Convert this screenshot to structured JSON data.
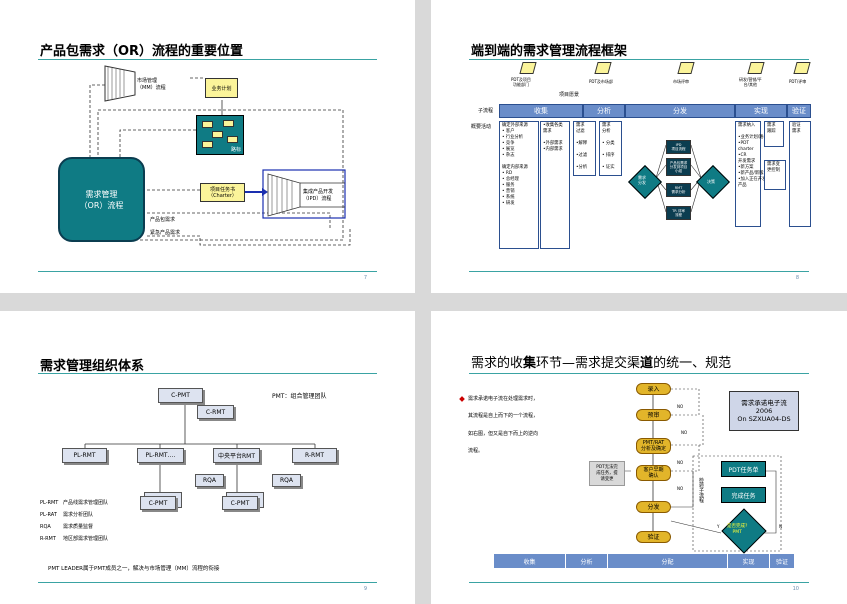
{
  "slides": {
    "s1": {
      "title": "产品包需求（OR）流程的重要位置",
      "page_number": "7",
      "mm_label": "市场管理\n（MM）流程",
      "business_plan": "业务计划",
      "roadmap": "路标",
      "or_main": "需求管理\n（OR）流程",
      "charter": "项目任务书\n（Charter）",
      "ipd": "集成产品开发\n（IPD）流程",
      "product_req": "产品包需求",
      "urgent_req": "紧急产品需求"
    },
    "s2": {
      "title": "端到端的需求管理流程框架",
      "page_number": "8",
      "roles": [
        "PDT及项目\n功能部门",
        "PDT及市场部",
        "市场评审",
        "研发/营销/平\n台/其他",
        "PDT/评审"
      ],
      "top_label": "项目愿景",
      "row_sub": "子流程",
      "row_activity": "概要活动",
      "phases": [
        "收集",
        "分析",
        "分发",
        "实现",
        "验证"
      ],
      "col1": "确定外部来源\n• 客户\n• 行业分析\n• 竞争\n• 展览\n• 杂志\n\n确定内部来源\n• RD\n• 总经理\n• 服务\n• 营销\n• 系统\n• 研发",
      "col2": "•收集各类\n需求\n\n•外部需求\n•内部需求",
      "col3": "需求\n过滤\n\n•解释\n\n•过滤\n\n•分析",
      "col4": "需求\n分析\n\n• 分类\n\n• 排序\n\n• 证实",
      "diamond_left": "需求\n分发",
      "diamond_right": "决策",
      "route_boxes": [
        "IPD\n项目流程",
        "产品包需求\n分发到项目\n小组",
        "RMT\n需求分析",
        "TR 评审\n流程"
      ],
      "col7": "需求纳入\n\n•业务计划/路标\n•PDT\ncharter\n•CR\n开发需求\n•新方案\n•新产品/新版本\n•加入正在开发\n产品",
      "col8": "需求\n跟踪",
      "col8b": "需求变\n更控制",
      "col9": "验证\n需求"
    },
    "s3": {
      "title": "需求管理组织体系",
      "page_number": "9",
      "pmt_note": "PMT：组合管理团队",
      "nodes": {
        "cpmt": "C-PMT",
        "crmt": "C-RMT",
        "plrmt1": "PL-RMT",
        "plrmt2": "PL-RMT….",
        "zx": "中央平台RMT",
        "rrmt": "R-RMT",
        "rqa1": "RQA",
        "rqa2": "RQA",
        "cpmt2": "C-PMT",
        "cpmt3": "C-PMT"
      },
      "legend": [
        {
          "k": "PL-RMT",
          "v": "产品线需求管理团队"
        },
        {
          "k": "PL-RAT",
          "v": "需求分析团队"
        },
        {
          "k": "RQA",
          "v": "需求质量监督"
        },
        {
          "k": "R-RMT",
          "v": "地区部需求管理团队"
        }
      ],
      "footer": "PMT LEADER属于PMT成员之一，解决与市场管理（MM）流程的衔接"
    },
    "s4": {
      "title_part1": "需求的收",
      "title_bold1": "集",
      "title_part2": "环节—需求提交渠",
      "title_bold2": "道",
      "title_part3": "的统一、规范",
      "page_number": "10",
      "bullet_lines": [
        "需求承诺电子流在处理需求时，",
        "其流程是自上而下的一个流程，",
        "如右图，但又是自下而上的逆向",
        "流程。"
      ],
      "side_box": "需求承诺电子流\n2006\nOn SZXUA04-DS",
      "flow": [
        "录入",
        "预审",
        "PMT/RAT\n分析及确定",
        "客户早期\n确认",
        "分发",
        "验证"
      ],
      "pdt_note": "PDT无法完\n成任务，提\n请变更",
      "pdt_task": "PDT任务单",
      "complete_task": "完成任务",
      "check_label": "检\n验\n子\n流\n程",
      "decision": "是否完成?\nPMT",
      "y_label": "Y",
      "n_label": "N",
      "no_labels": [
        "NO",
        "NO",
        "NO",
        "NO"
      ],
      "phases": [
        "收集",
        "分析",
        "分配",
        "实现",
        "验证"
      ]
    }
  }
}
